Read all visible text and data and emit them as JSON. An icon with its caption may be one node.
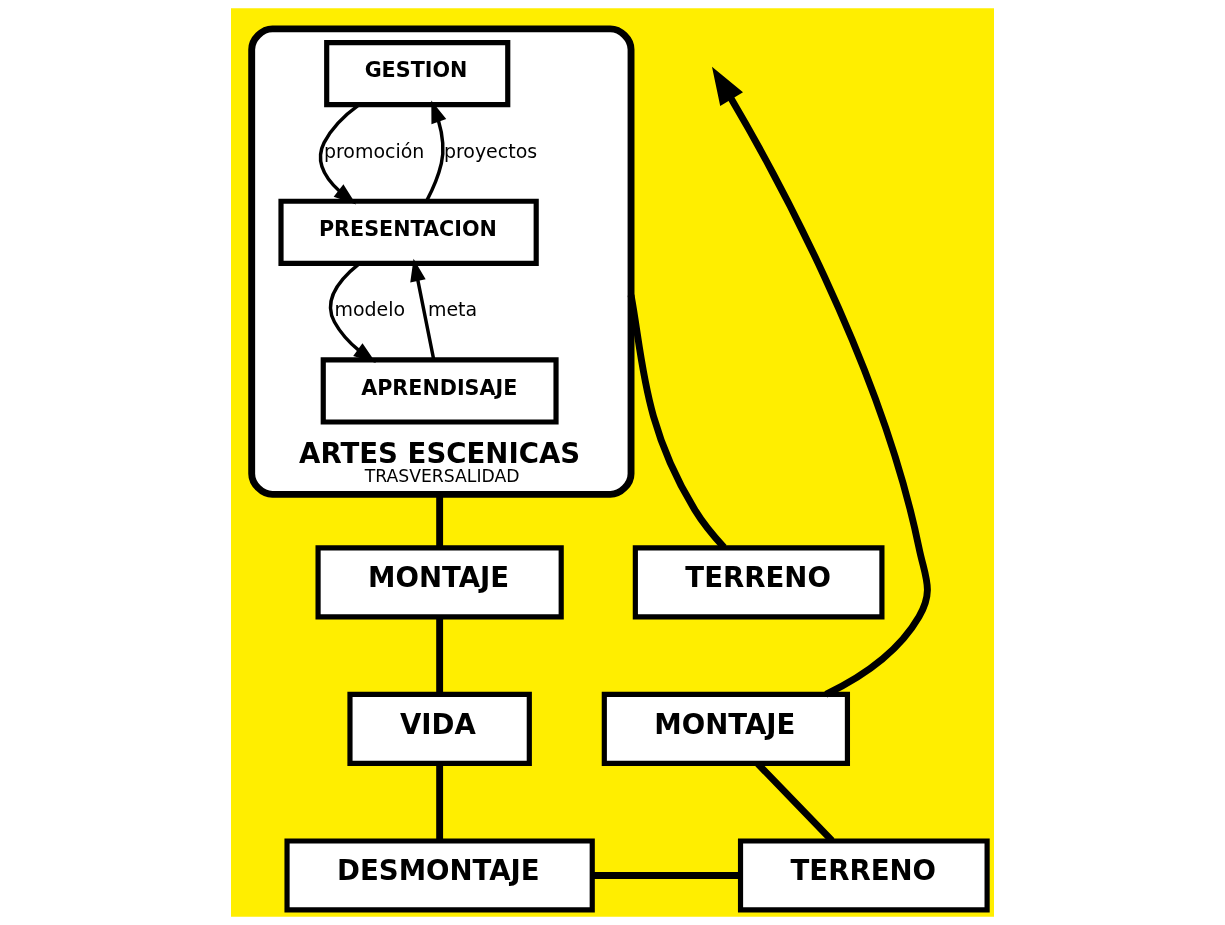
{
  "diagram": {
    "nodes": [
      {
        "text": [
          "ARTES ESCENICAS",
          "TRASVERSALIDAD"
        ]
      },
      {
        "text": [
          "GESTION"
        ],
        "in": 0
      },
      {
        "text": [
          "PRESENTACION"
        ],
        "in": 0
      },
      {
        "text": [
          "APRENDISAJE"
        ],
        "in": 0
      },
      {
        "text": [
          "MONTAJE"
        ]
      },
      {
        "text": [
          "TERRENO"
        ]
      },
      {
        "text": [
          "MONTAJE"
        ]
      },
      {
        "text": [
          "VIDA"
        ]
      },
      {
        "text": [
          "TERRENO"
        ]
      },
      {
        "text": [
          "DESMONTAJE"
        ]
      }
    ],
    "edges": [
      {
        "from": 2,
        "to": 1,
        "arrow": "to",
        "label": "proyectos"
      },
      {
        "from": 1,
        "to": 2,
        "arrow": "to",
        "label": "promoción"
      },
      {
        "from": 2,
        "to": 3,
        "arrow": "to",
        "label": "modelo"
      },
      {
        "from": 3,
        "to": 2,
        "arrow": "to",
        "label": "meta"
      },
      {
        "from": 0,
        "to": 4,
        "arrow": "none"
      },
      {
        "from": 4,
        "to": 7,
        "arrow": "none"
      },
      {
        "from": 7,
        "to": 9,
        "arrow": "none"
      },
      {
        "from": 9,
        "to": 8,
        "arrow": "none"
      },
      {
        "from": 8,
        "to": 6,
        "arrow": "none"
      },
      {
        "from": 6,
        "to": null,
        "arrow": "to"
      },
      {
        "from": 5,
        "to": 0,
        "arrow": "none"
      }
    ]
  }
}
